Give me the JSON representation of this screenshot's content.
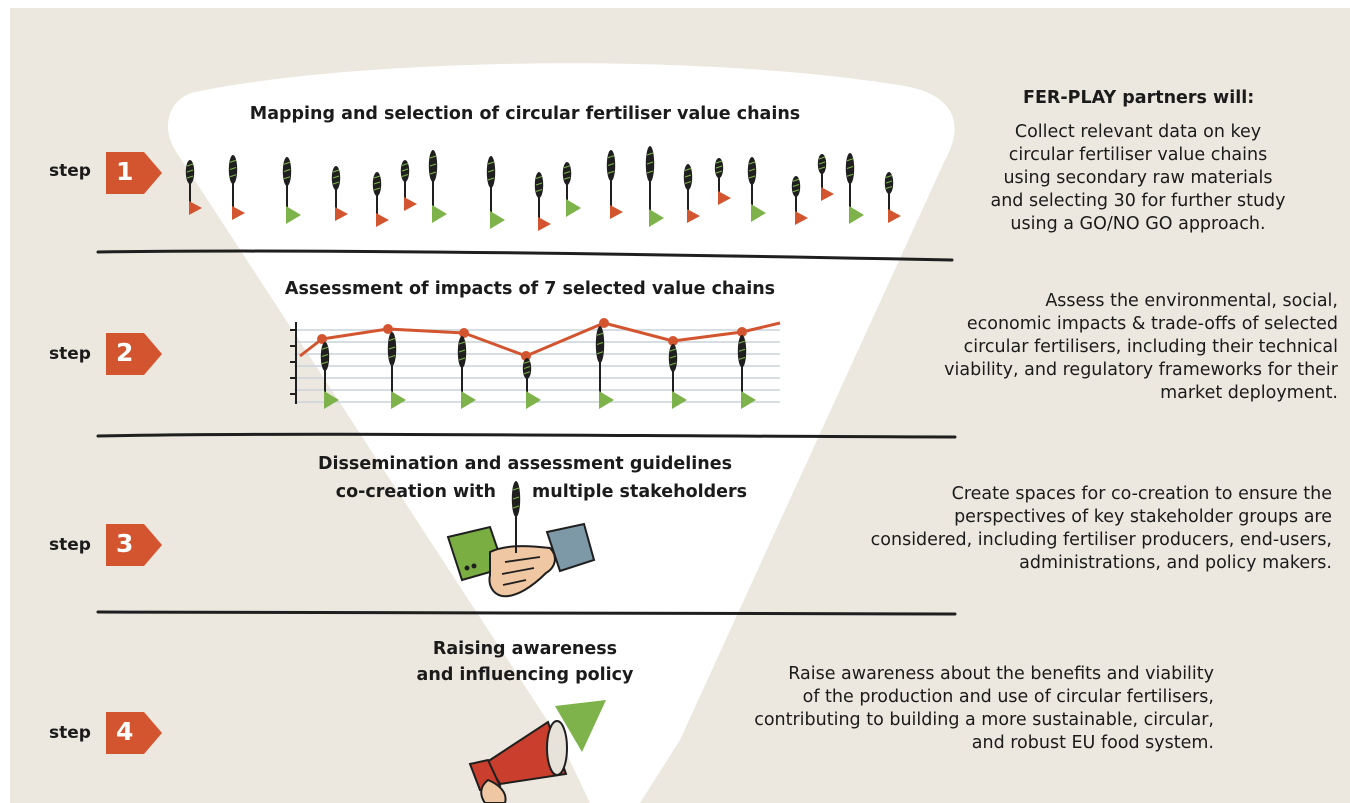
{
  "partners_title": "FER-PLAY partners will:",
  "colors": {
    "background": "#ece7df",
    "funnel": "#ffffff",
    "step_badge": "#d2552f",
    "leaf_green": "#7db34a",
    "triangle_red": "#d2552f",
    "chart_line": "#d2552f",
    "grid_line": "#c9d3dc",
    "sleeve_green": "#7aae43",
    "sleeve_blue": "#7d98a6",
    "megaphone_red": "#c93e2c"
  },
  "step_word": "step",
  "steps": [
    {
      "number": "1",
      "title": "Mapping and selection of circular fertiliser value chains",
      "description": "Collect relevant data on key\ncircular fertiliser value chains\nusing secondary raw materials\nand selecting 30 for further study\nusing a GO/NO GO approach."
    },
    {
      "number": "2",
      "title": "Assessment of impacts of 7 selected value chains",
      "description": "Assess the environmental, social,\neconomic impacts & trade-offs of selected\ncircular fertilisers, including their technical\nviability, and regulatory frameworks for their\nmarket deployment."
    },
    {
      "number": "3",
      "title_line1": "Dissemination and assessment guidelines",
      "title_line2a": "co-creation with",
      "title_line2b": "multiple stakeholders",
      "description": "Create spaces for co-creation to ensure the\nperspectives of key stakeholder groups are\nconsidered, including fertiliser producers, end-users,\nadministrations, and policy makers."
    },
    {
      "number": "4",
      "title_line1": "Raising awareness",
      "title_line2": "and influencing policy",
      "description": "Raise awareness about the benefits and viability\nof the production and use of circular fertilisers,\ncontributing to building a more sustainable, circular,\nand robust EU food system."
    }
  ],
  "icons": [
    "wheat-icon",
    "go-triangle-icon",
    "no-go-triangle-icon",
    "impact-line-chart-icon",
    "handshake-icon",
    "megaphone-icon",
    "step-badge-icon"
  ]
}
